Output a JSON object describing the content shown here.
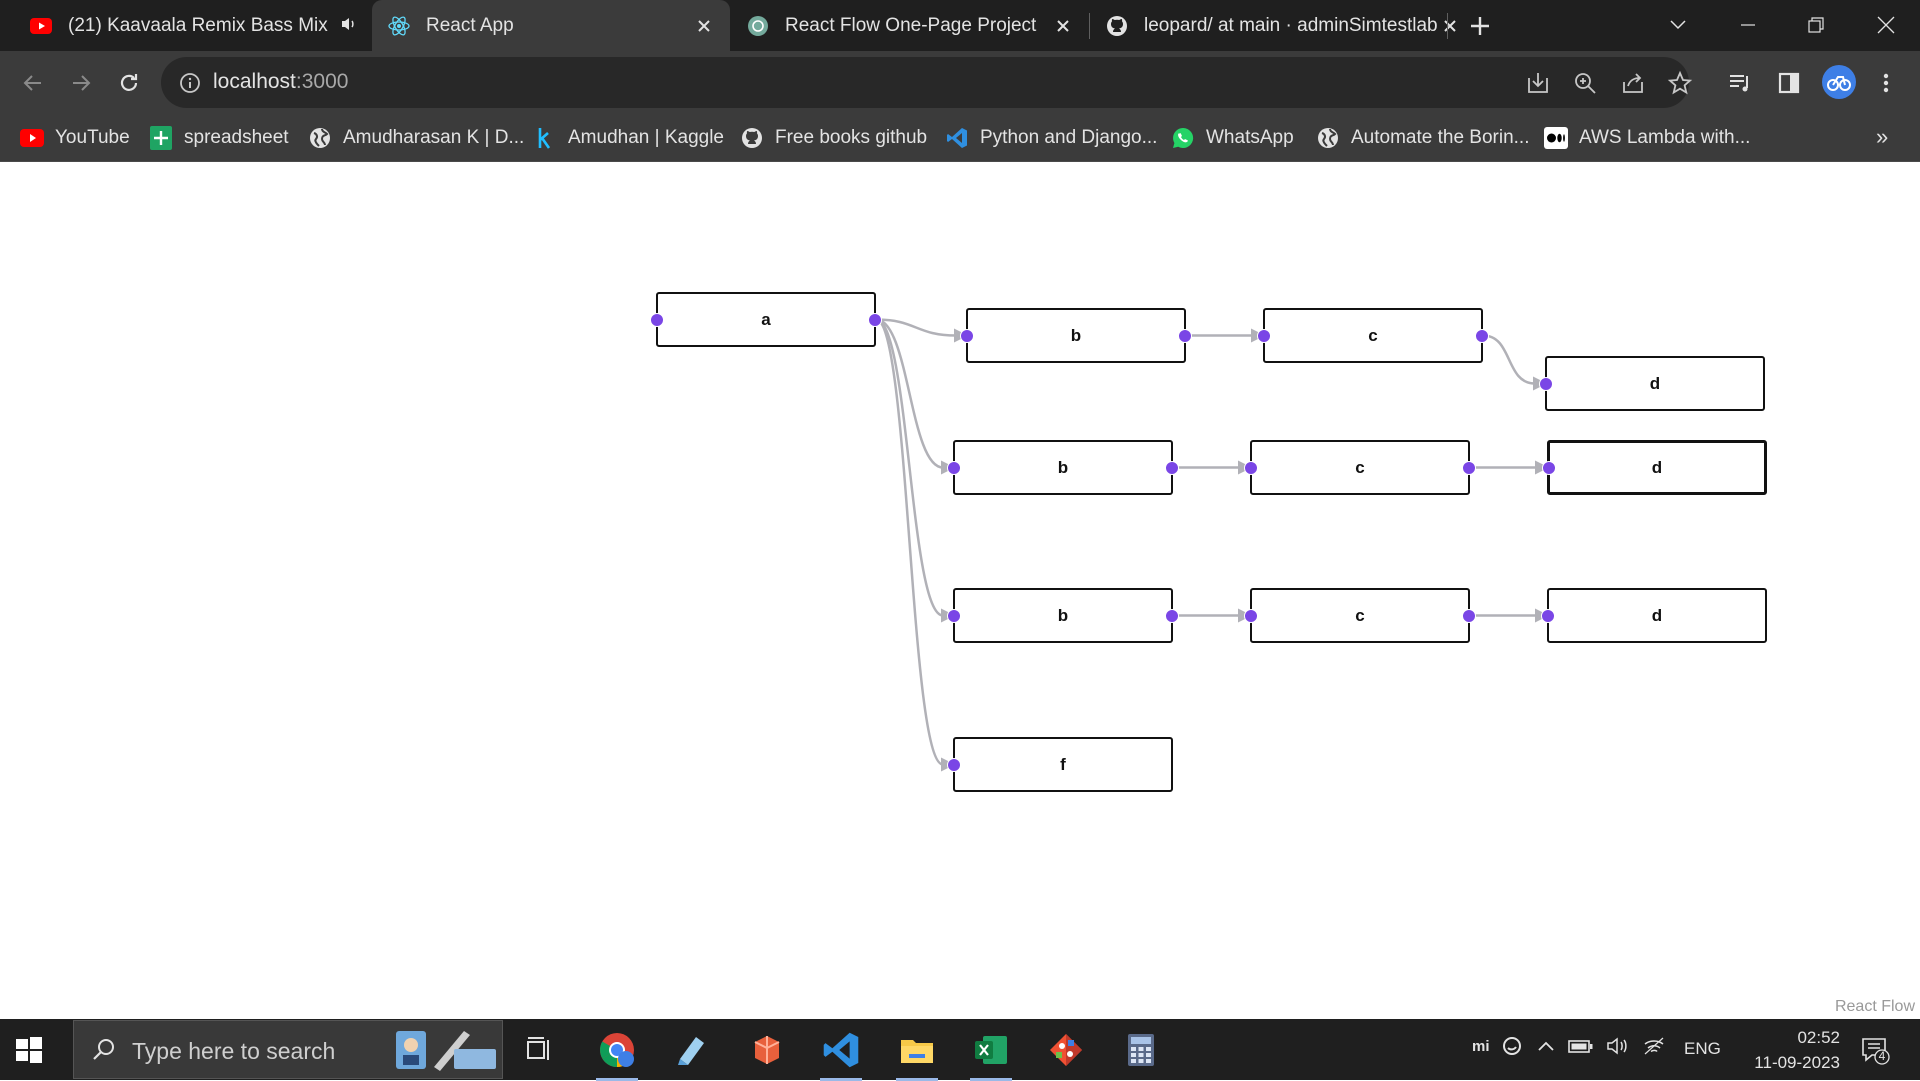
{
  "tabs": [
    {
      "title": "(21) Kaavaala Remix Bass Mix",
      "icon": "youtube-icon",
      "audio": true
    },
    {
      "title": "React App",
      "icon": "react-icon",
      "active": true
    },
    {
      "title": "React Flow One-Page Project",
      "icon": "chatgpt-icon"
    },
    {
      "title": "leopard/ at main · adminSimtestlab",
      "icon": "github-icon"
    }
  ],
  "address_bar": {
    "host": "localhost",
    "port": ":3000"
  },
  "bookmarks": [
    {
      "label": "YouTube",
      "icon": "youtube-icon"
    },
    {
      "label": "spreadsheet",
      "icon": "sheets-icon"
    },
    {
      "label": "Amudharasan K | D...",
      "icon": "globe-icon"
    },
    {
      "label": "Amudhan | Kaggle",
      "icon": "kaggle-icon"
    },
    {
      "label": "Free books github",
      "icon": "github-icon"
    },
    {
      "label": "Python and Django...",
      "icon": "vscode-icon"
    },
    {
      "label": "WhatsApp",
      "icon": "whatsapp-icon"
    },
    {
      "label": "Automate the Borin...",
      "icon": "globe-icon"
    },
    {
      "label": "AWS Lambda with...",
      "icon": "medium-icon"
    }
  ],
  "flow": {
    "nodes": [
      {
        "id": "a",
        "label": "a"
      },
      {
        "id": "b1",
        "label": "b"
      },
      {
        "id": "c1",
        "label": "c"
      },
      {
        "id": "d1",
        "label": "d"
      },
      {
        "id": "b2",
        "label": "b"
      },
      {
        "id": "c2",
        "label": "c"
      },
      {
        "id": "d2",
        "label": "d"
      },
      {
        "id": "b3",
        "label": "b"
      },
      {
        "id": "c3",
        "label": "c"
      },
      {
        "id": "d3",
        "label": "d"
      },
      {
        "id": "f",
        "label": "f"
      }
    ],
    "edges": [
      [
        "a",
        "b1"
      ],
      [
        "b1",
        "c1"
      ],
      [
        "c1",
        "d1"
      ],
      [
        "a",
        "b2"
      ],
      [
        "b2",
        "c2"
      ],
      [
        "c2",
        "d2"
      ],
      [
        "a",
        "b3"
      ],
      [
        "b3",
        "c3"
      ],
      [
        "c3",
        "d3"
      ],
      [
        "a",
        "f"
      ]
    ],
    "attribution": "React Flow",
    "colors": {
      "handle": "#7a46e6",
      "edge": "#b1b1b7",
      "node_border": "#111111"
    }
  },
  "taskbar": {
    "search_placeholder": "Type here to search",
    "apps": [
      "chrome-icon",
      "paint3d-icon",
      "office-icon",
      "vscode-icon",
      "file-explorer-icon",
      "excel-icon",
      "git-icon",
      "calculator-icon"
    ],
    "language": "ENG",
    "time": "02:52",
    "date": "11-09-2023",
    "notification_count": "4"
  }
}
